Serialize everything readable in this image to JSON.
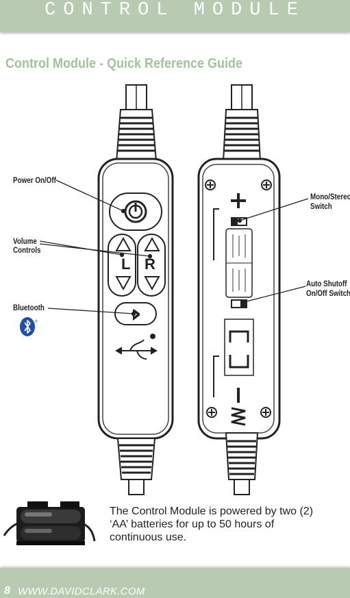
{
  "header": {
    "title": "CONTROL MODULE"
  },
  "guide_title": "Control Module - Quick Reference Guide",
  "callouts": {
    "power": "Power On/Off",
    "volume_line1": "Volume",
    "volume_line2": "Controls",
    "bluetooth": "Bluetooth",
    "mono_line1": "Mono/Stereo",
    "mono_line2": "Switch",
    "auto_line1": "Auto Shutoff",
    "auto_line2": "On/Off Switch"
  },
  "buttons": {
    "left_label": "L",
    "right_label": "R"
  },
  "caption": "The Control Module is powered by two (2) ‘AA’ batteries for up to 50 hours of continuous use.",
  "footer": {
    "page_number": "8",
    "website": "WWW.DAVIDCLARK.COM"
  },
  "colors": {
    "header_bg": "#b8cab2",
    "title_green": "#a6bfa0",
    "bluetooth_blue": "#1f4fa8"
  },
  "icons": [
    "power-icon",
    "volume-up-icon",
    "volume-down-icon",
    "bluetooth-icon",
    "usb-icon",
    "bluetooth-logo-icon",
    "battery-pack-photo"
  ]
}
